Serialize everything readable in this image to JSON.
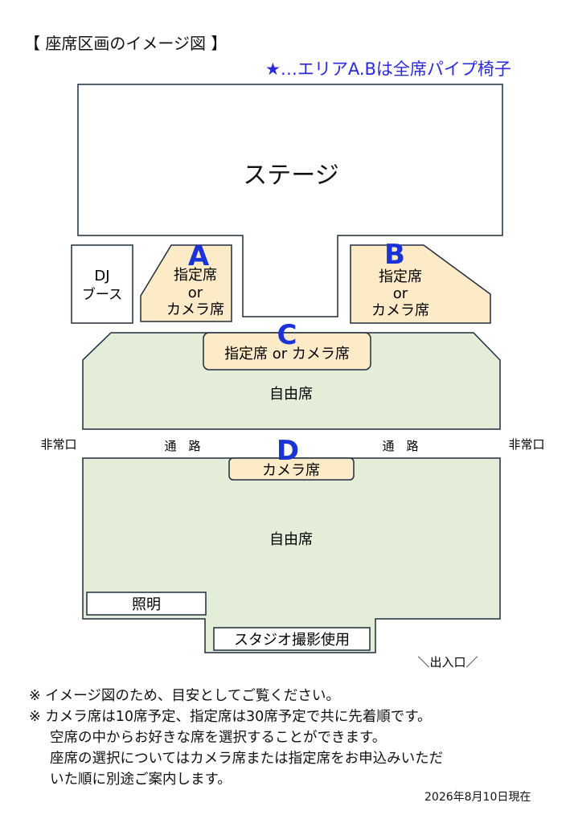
{
  "title": "【 座席区画のイメージ図 】",
  "star_note": "★…エリアA.Bは全席パイプ椅子",
  "stage_label": "ステージ",
  "dj_booth": {
    "line1": "DJ",
    "line2": "ブース"
  },
  "area_a": {
    "letter": "A",
    "line1": "指定席",
    "line2": "or",
    "line3": "カメラ席"
  },
  "area_b": {
    "letter": "B",
    "line1": "指定席",
    "line2": "or",
    "line3": "カメラ席"
  },
  "area_c": {
    "letter": "C",
    "label": "指定席 or カメラ席"
  },
  "upper_free": "自由席",
  "aisle": {
    "exit_left": "非常口",
    "exit_right": "非常口",
    "passage_left": "通　路",
    "passage_right": "通　路"
  },
  "area_d": {
    "letter": "D",
    "label": "カメラ席"
  },
  "lower_free": "自由席",
  "lighting": "照明",
  "studio": "スタジオ撮影使用",
  "entrance": "＼出入口／",
  "notes": [
    "※ イメージ図のため、目安としてご覧ください。",
    "※ カメラ席は10席予定、指定席は30席予定で共に先着順です。",
    "空席の中からお好きな席を選択することができます。",
    "座席の選択についてはカメラ席または指定席をお申込みいただ",
    "いた順に別途ご案内します。"
  ],
  "date_note": "2026年8月10日現在",
  "colors": {
    "outline": "#1f2d3d",
    "reserved_fill": "#fdebc8",
    "free_fill": "#e3edd8",
    "letter_blue": "#1a33d6",
    "star_blue": "#2a2ad8"
  }
}
